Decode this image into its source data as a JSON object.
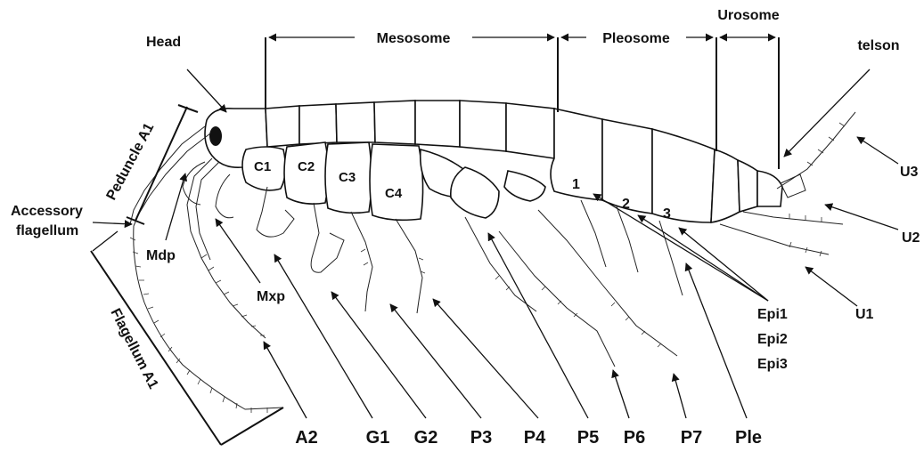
{
  "regions": {
    "head": "Head",
    "mesosome": "Mesosome",
    "pleosome": "Pleosome",
    "urosome": "Urosome",
    "telson": "telson"
  },
  "antenna": {
    "peduncle": "Peduncle A1",
    "accessory_line1": "Accessory",
    "accessory_line2": "flagellum",
    "flagellum": "Flagellum A1"
  },
  "mouthparts": {
    "mandible": "Mdp",
    "maxilliped": "Mxp"
  },
  "coxae": [
    "C1",
    "C2",
    "C3",
    "C4"
  ],
  "pleon_segments": [
    "1",
    "2",
    "3"
  ],
  "uropods": [
    "U3",
    "U2",
    "U1"
  ],
  "epimera": [
    "Epi1",
    "Epi2",
    "Epi3"
  ],
  "bottom_labels": [
    "A2",
    "G1",
    "G2",
    "P3",
    "P4",
    "P5",
    "P6",
    "P7",
    "Ple"
  ]
}
